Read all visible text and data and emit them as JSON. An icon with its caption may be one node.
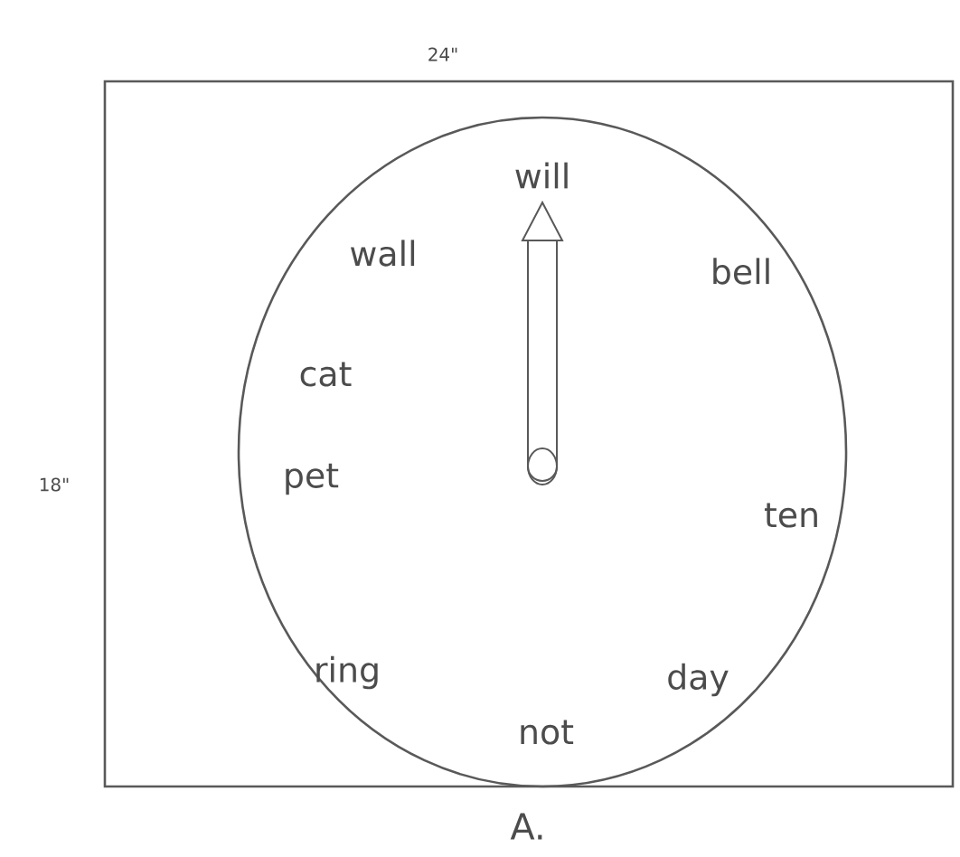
{
  "diagram": {
    "labels": [
      "24\"",
      "will",
      "wall",
      "bell",
      "cat",
      "18\"",
      "pet",
      "ten",
      "ring",
      "day",
      "not",
      "A."
    ]
  }
}
